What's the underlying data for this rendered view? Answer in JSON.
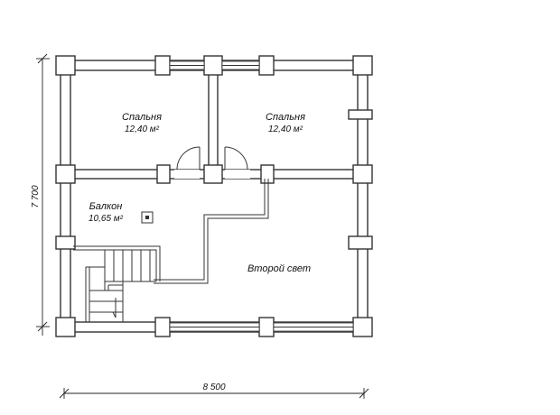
{
  "rooms": [
    {
      "name": "Спальня",
      "area": "12,40 м²"
    },
    {
      "name": "Спальня",
      "area": "12,40 м²"
    },
    {
      "name": "Балкон",
      "area": "10,65 м²"
    }
  ],
  "second_light": "Второй свет",
  "dimensions": {
    "width": "8 500",
    "height": "7 700"
  }
}
